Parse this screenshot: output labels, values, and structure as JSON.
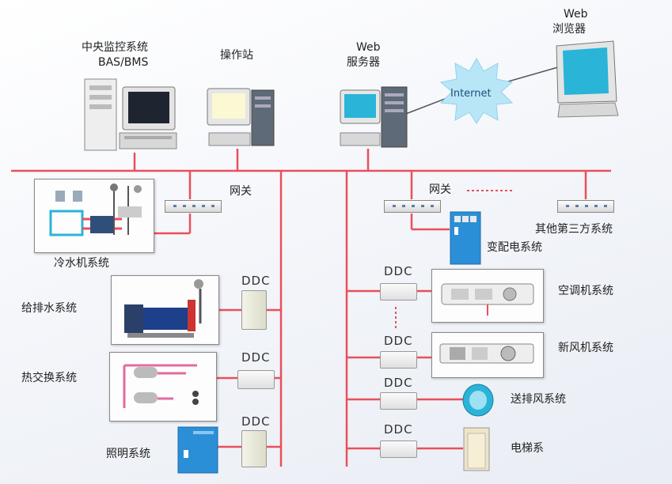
{
  "top": {
    "bas_bms": {
      "line1": "中央监控系统",
      "line2": "BAS/BMS"
    },
    "operator": "操作站",
    "web_server": {
      "line1": "Web",
      "line2": "服务器"
    },
    "web_browser": {
      "line1": "Web",
      "line2": "浏览器"
    },
    "internet": "Internet"
  },
  "gateway_left": "网关",
  "gateway_right": "网关",
  "ddc": "DDC",
  "left_systems": {
    "chiller": "冷水机系统",
    "water": "给排水系统",
    "heat_exchange": "热交换系统",
    "lighting": "照明系统"
  },
  "right_systems": {
    "third_party": "其他第三方系统",
    "power": "变配电系统",
    "ahu": "空调机系统",
    "fresh_air": "新风机系统",
    "exhaust": "送排风系统",
    "elevator": "电梯系"
  },
  "colors": {
    "network": "#e8505b",
    "screen": "#2ab4d8",
    "switchgear": "#2b8fd8"
  }
}
